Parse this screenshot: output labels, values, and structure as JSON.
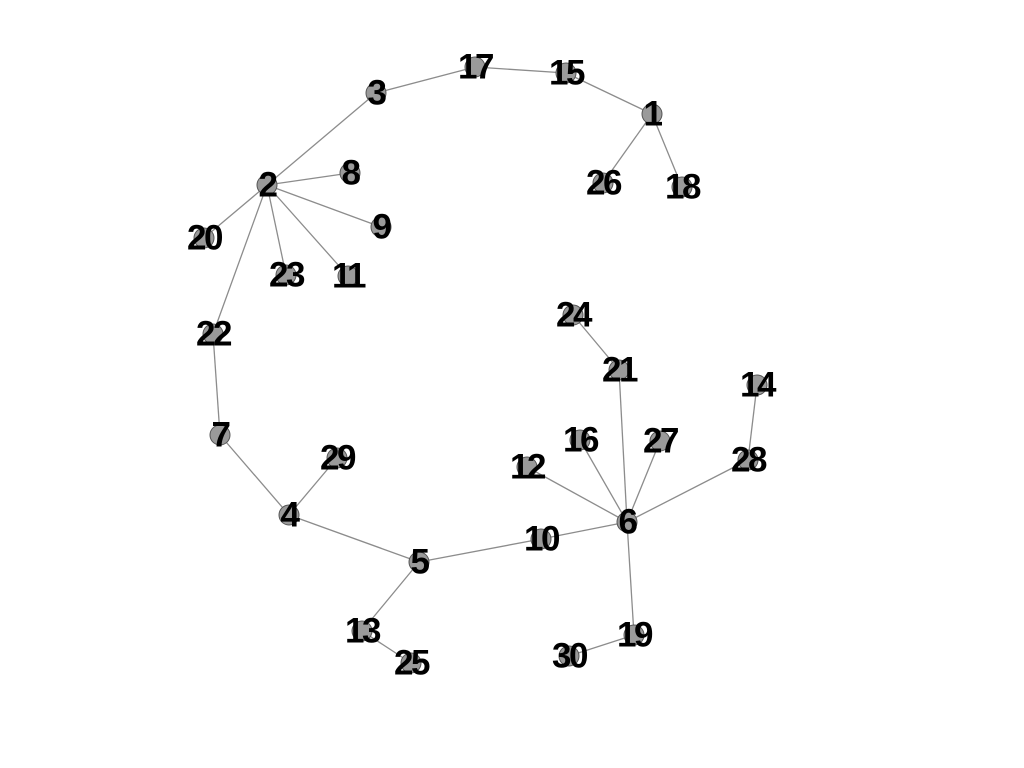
{
  "graph": {
    "nodes": [
      {
        "id": "1",
        "label": "1"
      },
      {
        "id": "2",
        "label": "2"
      },
      {
        "id": "3",
        "label": "3"
      },
      {
        "id": "4",
        "label": "4"
      },
      {
        "id": "5",
        "label": "5"
      },
      {
        "id": "6",
        "label": "6"
      },
      {
        "id": "7",
        "label": "7"
      },
      {
        "id": "8",
        "label": "8"
      },
      {
        "id": "9",
        "label": "9"
      },
      {
        "id": "10",
        "label": "10"
      },
      {
        "id": "11",
        "label": "11"
      },
      {
        "id": "12",
        "label": "12"
      },
      {
        "id": "13",
        "label": "13"
      },
      {
        "id": "14",
        "label": "14"
      },
      {
        "id": "15",
        "label": "15"
      },
      {
        "id": "16",
        "label": "16"
      },
      {
        "id": "17",
        "label": "17"
      },
      {
        "id": "18",
        "label": "18"
      },
      {
        "id": "19",
        "label": "19"
      },
      {
        "id": "20",
        "label": "20"
      },
      {
        "id": "21",
        "label": "21"
      },
      {
        "id": "22",
        "label": "22"
      },
      {
        "id": "23",
        "label": "23"
      },
      {
        "id": "24",
        "label": "24"
      },
      {
        "id": "25",
        "label": "25"
      },
      {
        "id": "26",
        "label": "26"
      },
      {
        "id": "27",
        "label": "27"
      },
      {
        "id": "28",
        "label": "28"
      },
      {
        "id": "29",
        "label": "29"
      },
      {
        "id": "30",
        "label": "30"
      }
    ],
    "edges": [
      [
        "3",
        "17"
      ],
      [
        "17",
        "15"
      ],
      [
        "15",
        "1"
      ],
      [
        "1",
        "26"
      ],
      [
        "1",
        "18"
      ],
      [
        "3",
        "2"
      ],
      [
        "2",
        "8"
      ],
      [
        "2",
        "9"
      ],
      [
        "2",
        "11"
      ],
      [
        "2",
        "23"
      ],
      [
        "2",
        "20"
      ],
      [
        "2",
        "22"
      ],
      [
        "22",
        "7"
      ],
      [
        "7",
        "4"
      ],
      [
        "4",
        "29"
      ],
      [
        "4",
        "5"
      ],
      [
        "5",
        "13"
      ],
      [
        "13",
        "25"
      ],
      [
        "5",
        "10"
      ],
      [
        "10",
        "6"
      ],
      [
        "6",
        "12"
      ],
      [
        "6",
        "16"
      ],
      [
        "6",
        "21"
      ],
      [
        "21",
        "24"
      ],
      [
        "6",
        "27"
      ],
      [
        "6",
        "28"
      ],
      [
        "28",
        "14"
      ],
      [
        "6",
        "19"
      ],
      [
        "19",
        "30"
      ]
    ],
    "colors": {
      "edge": "#8c8c8c",
      "node_fill": "#9a9a9a",
      "node_stroke": "#555555",
      "label": "#000000"
    }
  }
}
